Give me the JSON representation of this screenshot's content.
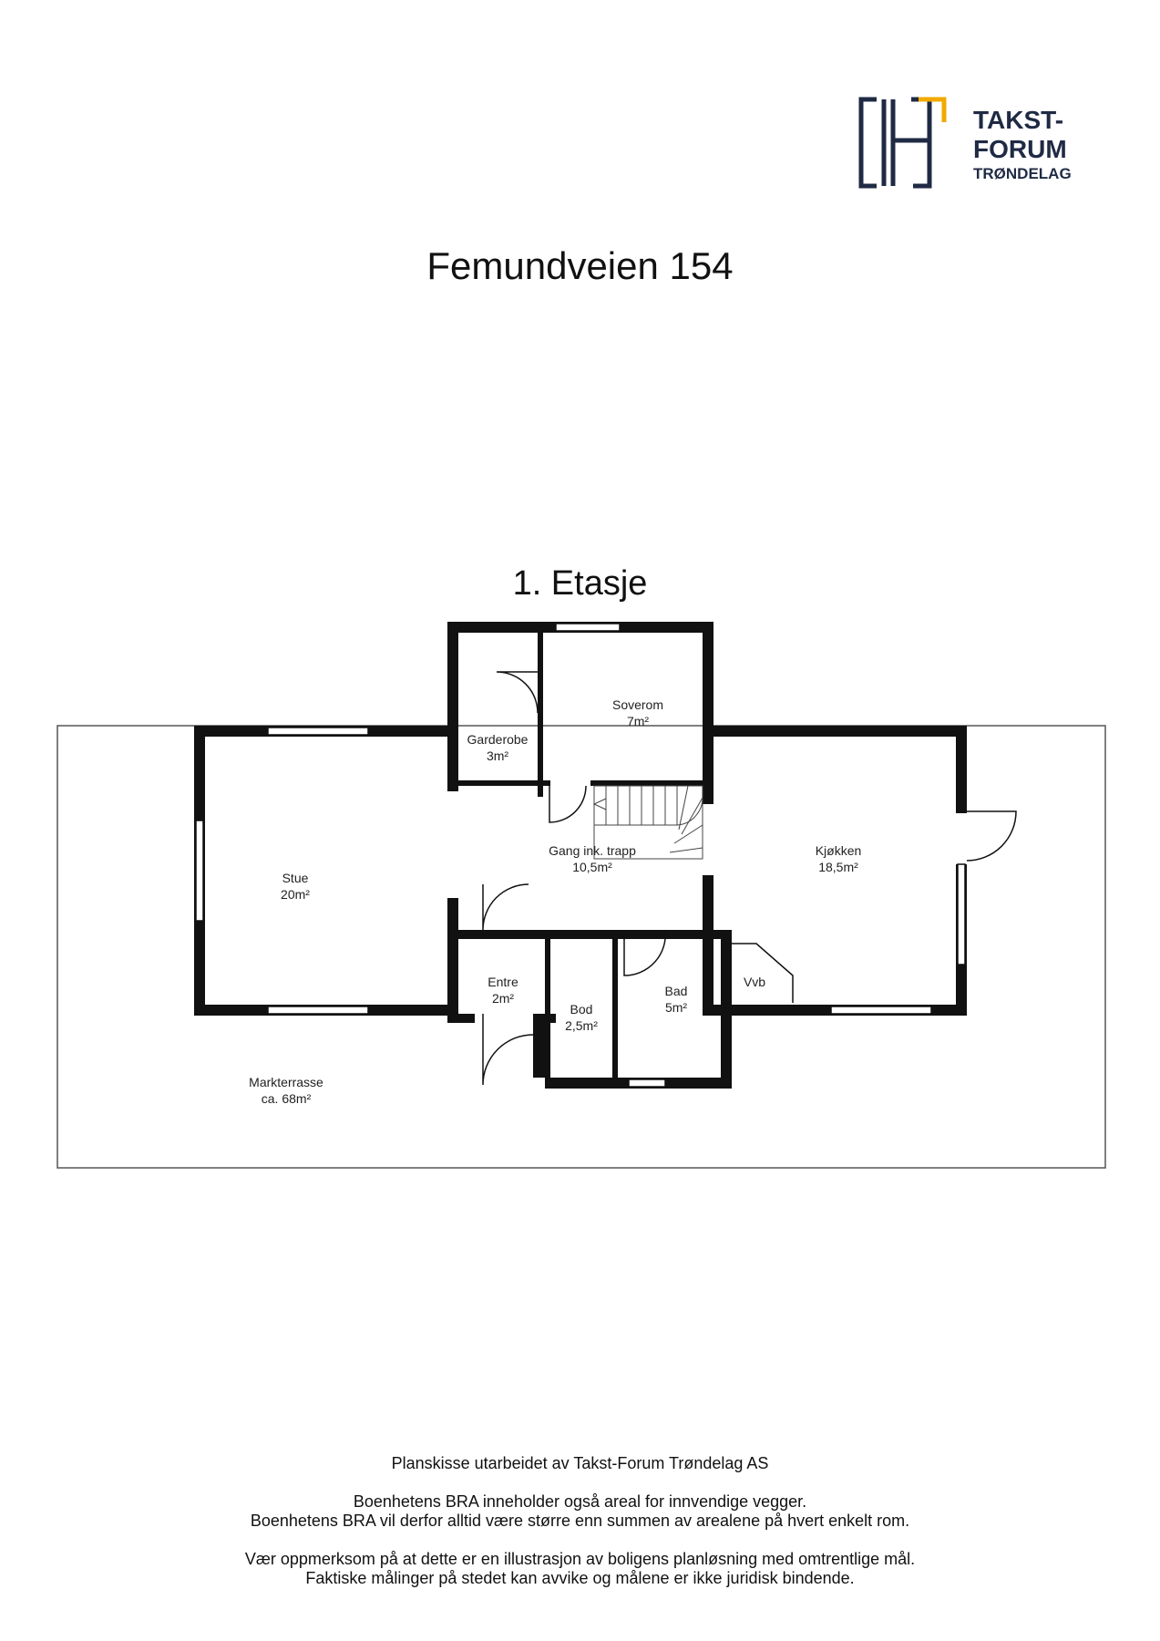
{
  "brand": {
    "logo_line1": "TAKST-",
    "logo_line2": "FORUM",
    "logo_line3": "TRØNDELAG",
    "navy": "#1f2a44",
    "gold": "#f2a900"
  },
  "title": "Femundveien 154",
  "floor_title": "1. Etasje",
  "rooms": {
    "garderobe": {
      "name": "Garderobe",
      "area": "3m²"
    },
    "soverom": {
      "name": "Soverom",
      "area": "7m²"
    },
    "stue": {
      "name": "Stue",
      "area": "20m²"
    },
    "gang": {
      "name": "Gang ink. trapp",
      "area": "10,5m²"
    },
    "kjokken": {
      "name": "Kjøkken",
      "area": "18,5m²"
    },
    "entre": {
      "name": "Entre",
      "area": "2m²"
    },
    "bod": {
      "name": "Bod",
      "area": "2,5m²"
    },
    "bad": {
      "name": "Bad",
      "area": "5m²"
    },
    "vvb": {
      "name": "Vvb"
    },
    "markterrasse": {
      "name": "Markterrasse",
      "area": "ca. 68m²"
    }
  },
  "footer": {
    "line1": "Planskisse utarbeidet av Takst-Forum Trøndelag AS",
    "line2": "Boenhetens BRA inneholder også areal for innvendige vegger.",
    "line3": "Boenhetens BRA vil derfor alltid være større enn summen av arealene på hvert enkelt rom.",
    "line4": "Vær oppmerksom på at dette er en illustrasjon av boligens planløsning med omtrentlige mål.",
    "line5": "Faktiske målinger på stedet kan avvike og målene er ikke juridisk bindende."
  }
}
